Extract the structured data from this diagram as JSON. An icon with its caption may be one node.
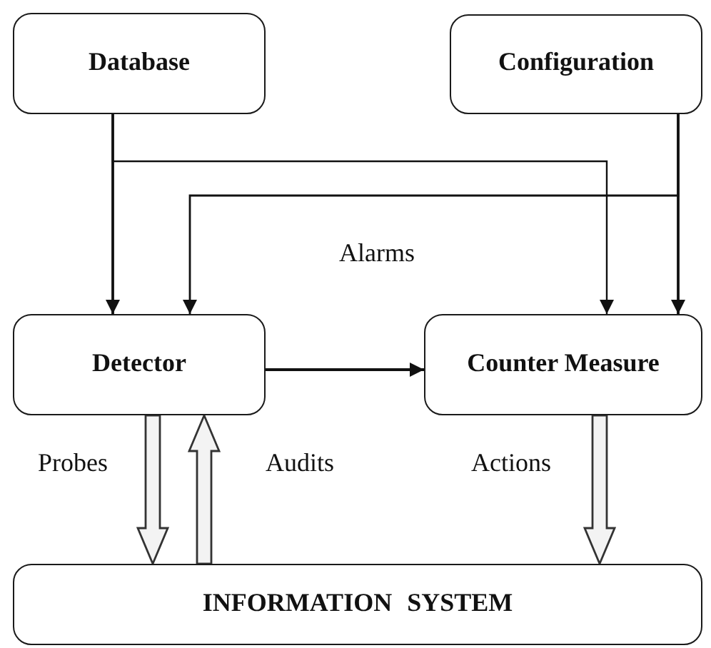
{
  "diagram": {
    "nodes": [
      {
        "text": [
          "Database"
        ]
      },
      {
        "text": [
          "Configuration"
        ]
      },
      {
        "text": [
          "Detector"
        ]
      },
      {
        "text": [
          "Counter Measure"
        ]
      },
      {
        "text": [
          "INFORMATION SYSTEM"
        ]
      }
    ],
    "edges": [
      {
        "from": 0,
        "to": 2,
        "arrow": "to"
      },
      {
        "from": 0,
        "to": 3,
        "arrow": "to"
      },
      {
        "from": 1,
        "to": 3,
        "arrow": "to"
      },
      {
        "from": 1,
        "to": 2,
        "arrow": "to"
      },
      {
        "from": 2,
        "to": 3,
        "arrow": "to"
      },
      {
        "from": 2,
        "to": 4,
        "arrow": "to",
        "label": "Probes",
        "style": "thick"
      },
      {
        "from": 4,
        "to": 2,
        "arrow": "to",
        "label": "Audits",
        "style": "thick"
      },
      {
        "from": 3,
        "to": 4,
        "arrow": "to",
        "label": "Actions",
        "style": "thick"
      }
    ],
    "labels": [
      "Alarms"
    ]
  }
}
